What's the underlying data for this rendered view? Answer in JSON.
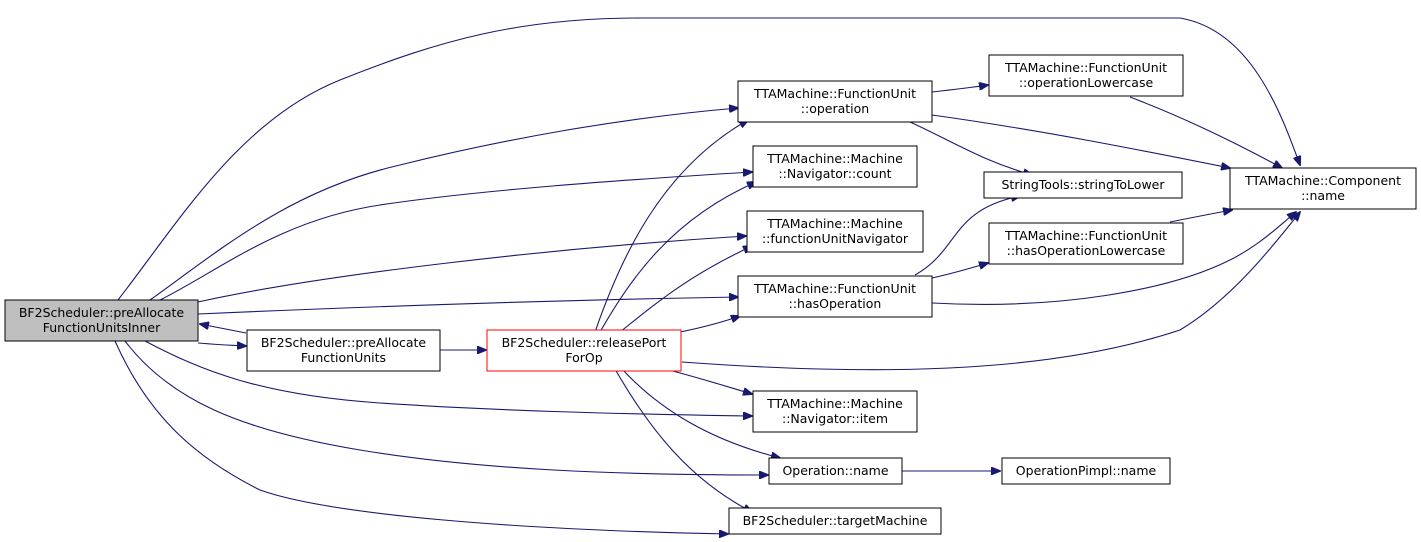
{
  "graph": {
    "nodes": [
      {
        "id": "root",
        "lines": [
          "BF2Scheduler::preAllocate",
          "FunctionUnitsInner"
        ]
      },
      {
        "id": "prealloc",
        "lines": [
          "BF2Scheduler::preAllocate",
          "FunctionUnits"
        ]
      },
      {
        "id": "release",
        "lines": [
          "BF2Scheduler::releasePort",
          "ForOp"
        ]
      },
      {
        "id": "fu_operation",
        "lines": [
          "TTAMachine::FunctionUnit",
          "::operation"
        ]
      },
      {
        "id": "nav_count",
        "lines": [
          "TTAMachine::Machine",
          "::Navigator::count"
        ]
      },
      {
        "id": "fu_navigator",
        "lines": [
          "TTAMachine::Machine",
          "::functionUnitNavigator"
        ]
      },
      {
        "id": "fu_hasop",
        "lines": [
          "TTAMachine::FunctionUnit",
          "::hasOperation"
        ]
      },
      {
        "id": "nav_item",
        "lines": [
          "TTAMachine::Machine",
          "::Navigator::item"
        ]
      },
      {
        "id": "op_name",
        "lines": [
          "Operation::name"
        ]
      },
      {
        "id": "target",
        "lines": [
          "BF2Scheduler::targetMachine"
        ]
      },
      {
        "id": "fu_oplower",
        "lines": [
          "TTAMachine::FunctionUnit",
          "::operationLowercase"
        ]
      },
      {
        "id": "tolower",
        "lines": [
          "StringTools::stringToLower"
        ]
      },
      {
        "id": "fu_hasoplower",
        "lines": [
          "TTAMachine::FunctionUnit",
          "::hasOperationLowercase"
        ]
      },
      {
        "id": "opimpl_name",
        "lines": [
          "OperationPimpl::name"
        ]
      },
      {
        "id": "comp_name",
        "lines": [
          "TTAMachine::Component",
          "::name"
        ]
      }
    ],
    "edges": [
      [
        "root",
        "comp_name"
      ],
      [
        "root",
        "fu_operation"
      ],
      [
        "root",
        "nav_count"
      ],
      [
        "root",
        "fu_navigator"
      ],
      [
        "root",
        "fu_hasop"
      ],
      [
        "root",
        "prealloc"
      ],
      [
        "root",
        "nav_item"
      ],
      [
        "root",
        "op_name"
      ],
      [
        "root",
        "target"
      ],
      [
        "prealloc",
        "root"
      ],
      [
        "prealloc",
        "release"
      ],
      [
        "release",
        "fu_operation"
      ],
      [
        "release",
        "nav_count"
      ],
      [
        "release",
        "fu_navigator"
      ],
      [
        "release",
        "fu_hasop"
      ],
      [
        "release",
        "comp_name"
      ],
      [
        "release",
        "nav_item"
      ],
      [
        "release",
        "op_name"
      ],
      [
        "release",
        "target"
      ],
      [
        "fu_operation",
        "fu_oplower"
      ],
      [
        "fu_operation",
        "comp_name"
      ],
      [
        "fu_operation",
        "tolower"
      ],
      [
        "fu_oplower",
        "comp_name"
      ],
      [
        "fu_hasop",
        "tolower"
      ],
      [
        "fu_hasop",
        "fu_hasoplower"
      ],
      [
        "fu_hasop",
        "comp_name"
      ],
      [
        "fu_hasoplower",
        "comp_name"
      ],
      [
        "op_name",
        "opimpl_name"
      ]
    ],
    "colors": {
      "edge": "#191970",
      "root_fill": "#bfbfbf",
      "highlight_border": "#ff0000"
    }
  }
}
